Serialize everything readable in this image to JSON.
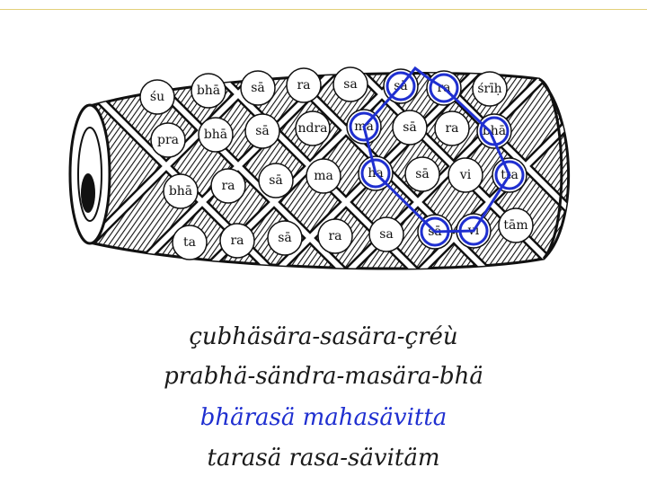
{
  "drum": {
    "syllables": {
      "r1": [
        "śu",
        "bhā",
        "sā",
        "ra",
        "sa",
        "sā",
        "ra",
        "śrīḥ"
      ],
      "r2": [
        "pra",
        "bhā",
        "sā",
        "ndra",
        "ma",
        "sā",
        "ra",
        "bhā"
      ],
      "r3": [
        "bhā",
        "ra",
        "sā",
        "ma",
        "ha",
        "sā",
        "vi",
        "tta"
      ],
      "r4": [
        "ta",
        "ra",
        "sā",
        "ra",
        "sa",
        "sā",
        "vi",
        "tām"
      ]
    },
    "path_color": "#1f2fd0"
  },
  "verse": {
    "line1": "çubhäsära-sasära-çréù",
    "line2": "prabhä-sändra-masära-bhä",
    "line3": "bhärasä mahasävitta",
    "line4": "tarasä rasa-sävitäm",
    "highlight_color": "#1f2fd0"
  }
}
